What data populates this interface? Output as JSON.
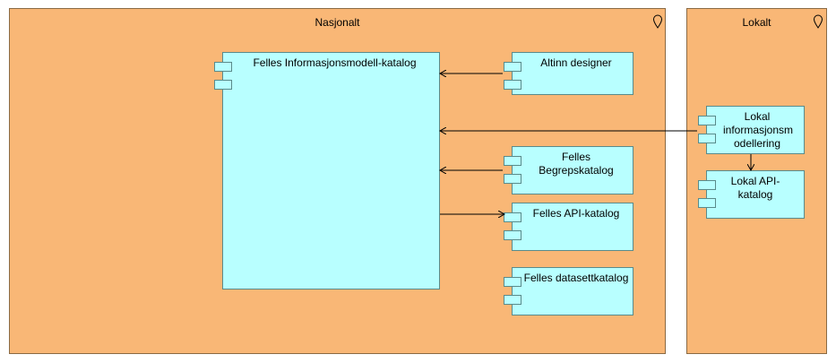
{
  "zones": {
    "national": {
      "title": "Nasjonalt",
      "icon": "location-pin-icon"
    },
    "local": {
      "title": "Lokalt",
      "icon": "location-pin-icon"
    }
  },
  "components": {
    "info_model_catalog": "Felles Informasjonsmodell-katalog",
    "altinn_designer": "Altinn designer",
    "concept_catalog": "Felles Begrepskatalog",
    "api_catalog": "Felles API-katalog",
    "dataset_catalog": "Felles datasettkatalog",
    "local_info_modelling": "Lokal informasjonsm odellering",
    "local_api_catalog": "Lokal API-katalog"
  },
  "colors": {
    "zone_fill": "#f9b776",
    "component_fill": "#b8ffff",
    "component_border": "#5a8a8a",
    "arrow": "#000000"
  }
}
